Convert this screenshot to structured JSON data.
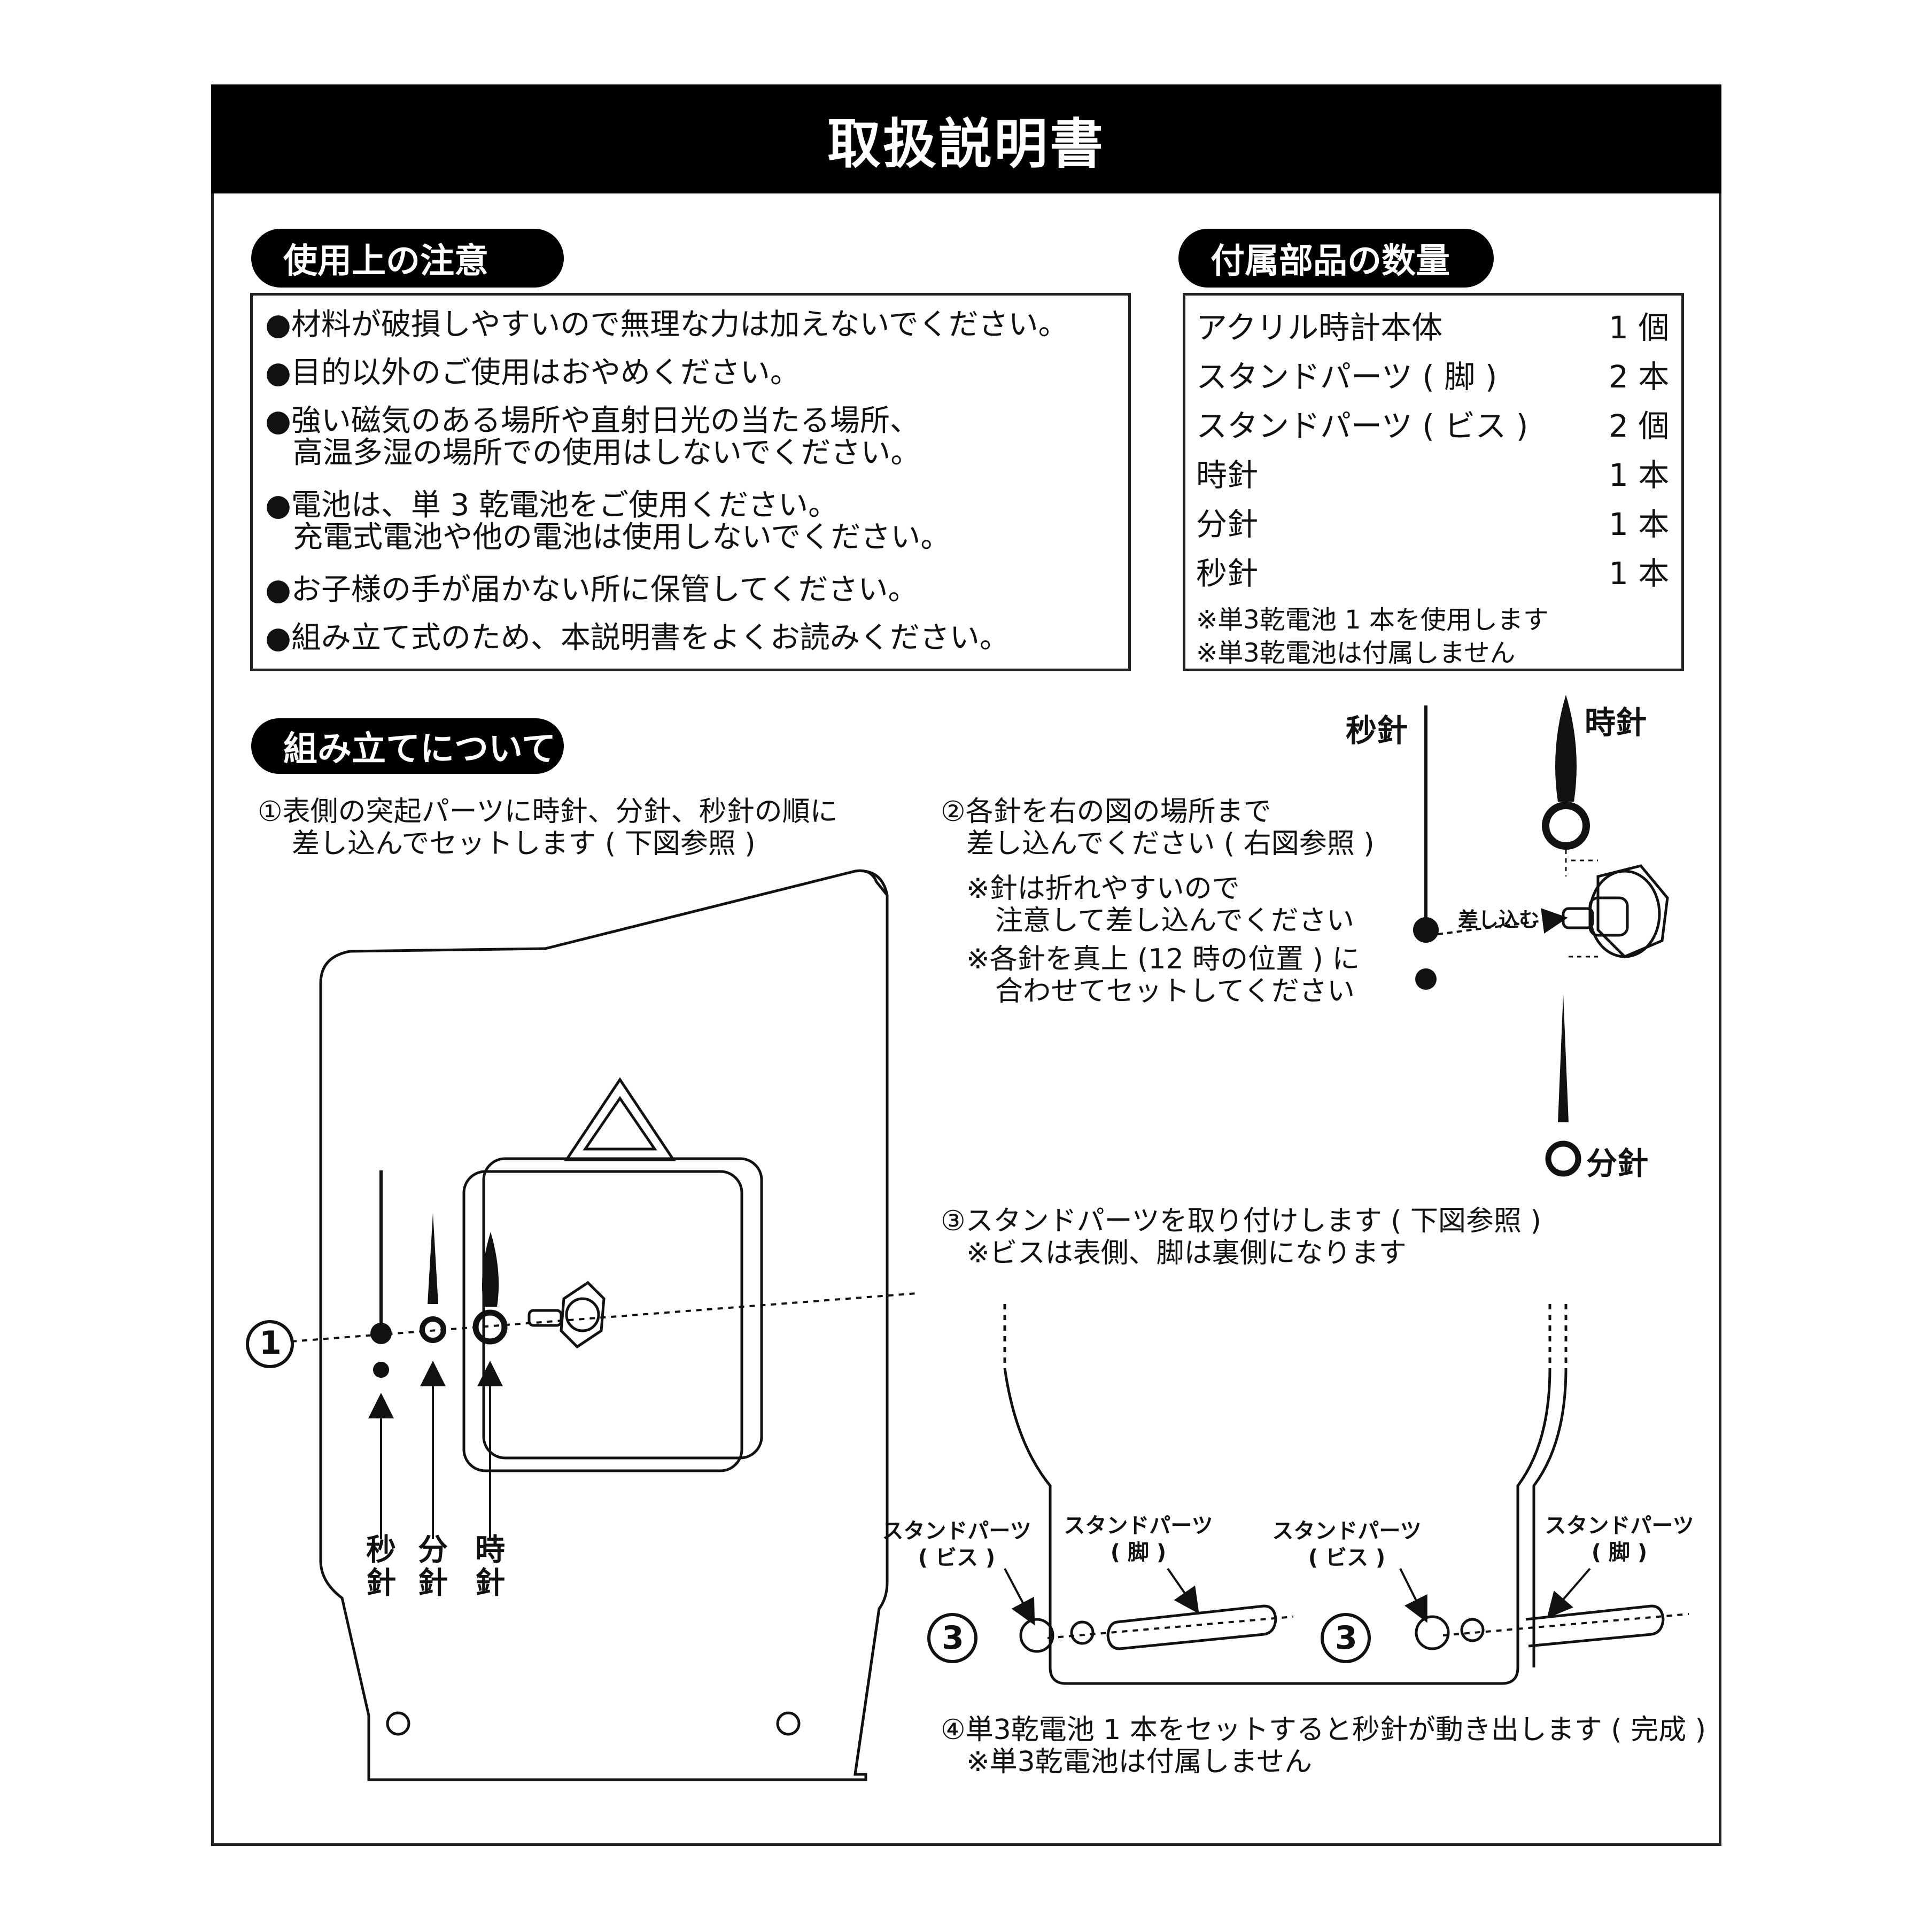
{
  "title": "取扱説明書",
  "caution": {
    "heading": "使用上の注意",
    "items": [
      "●材料が破損しやすいので無理な力は加えないでください。",
      "●目的以外のご使用はおやめください。",
      "●強い磁気のある場所や直射日光の当たる場所、",
      "高温多湿の場所での使用はしないでください。",
      "●電池は、単 3 乾電池をご使用ください。",
      "充電式電池や他の電池は使用しないでください。",
      "●お子様の手が届かない所に保管してください。",
      "●組み立て式のため、本説明書をよくお読みください。"
    ]
  },
  "parts": {
    "heading": "付属部品の数量",
    "rows": [
      {
        "name": "アクリル時計本体",
        "qty": "1 個"
      },
      {
        "name": "スタンドパーツ ( 脚 )",
        "qty": "2 本"
      },
      {
        "name": "スタンドパーツ ( ビス )",
        "qty": "2 個"
      },
      {
        "name": "時針",
        "qty": "1 本"
      },
      {
        "name": "分針",
        "qty": "1 本"
      },
      {
        "name": "秒針",
        "qty": "1 本"
      }
    ],
    "notes": [
      "※単3乾電池 1 本を使用します",
      "※単3乾電池は付属しません"
    ]
  },
  "assembly": {
    "heading": "組み立てについて",
    "step1": [
      "①表側の突起パーツに時針、分針、秒針の順に",
      "差し込んでセットします ( 下図参照 )"
    ],
    "step2": [
      "②各針を右の図の場所まで",
      "差し込んでください ( 右図参照 )",
      "※針は折れやすいので",
      "注意して差し込んでください",
      "※各針を真上 (12 時の位置 ) に",
      "合わせてセットしてください"
    ],
    "step3": [
      "③スタンドパーツを取り付けします ( 下図参照 )",
      "※ビスは表側、脚は裏側になります"
    ],
    "step4": [
      "④単3乾電池 1 本をセットすると秒針が動き出します ( 完成 )",
      "※単3乾電池は付属しません"
    ]
  },
  "diagram": {
    "hand_labels": {
      "second": "秒針",
      "minute": "分針",
      "hour": "時針"
    },
    "vertical_labels": {
      "second": "秒\n針",
      "minute": "分\n針",
      "hour": "時\n針"
    },
    "insert_label": "差し込む",
    "marker1": "1",
    "marker3": "3",
    "stand_bis": "スタンドパーツ\n( ビス )",
    "stand_leg": "スタンドパーツ\n( 脚 )"
  }
}
